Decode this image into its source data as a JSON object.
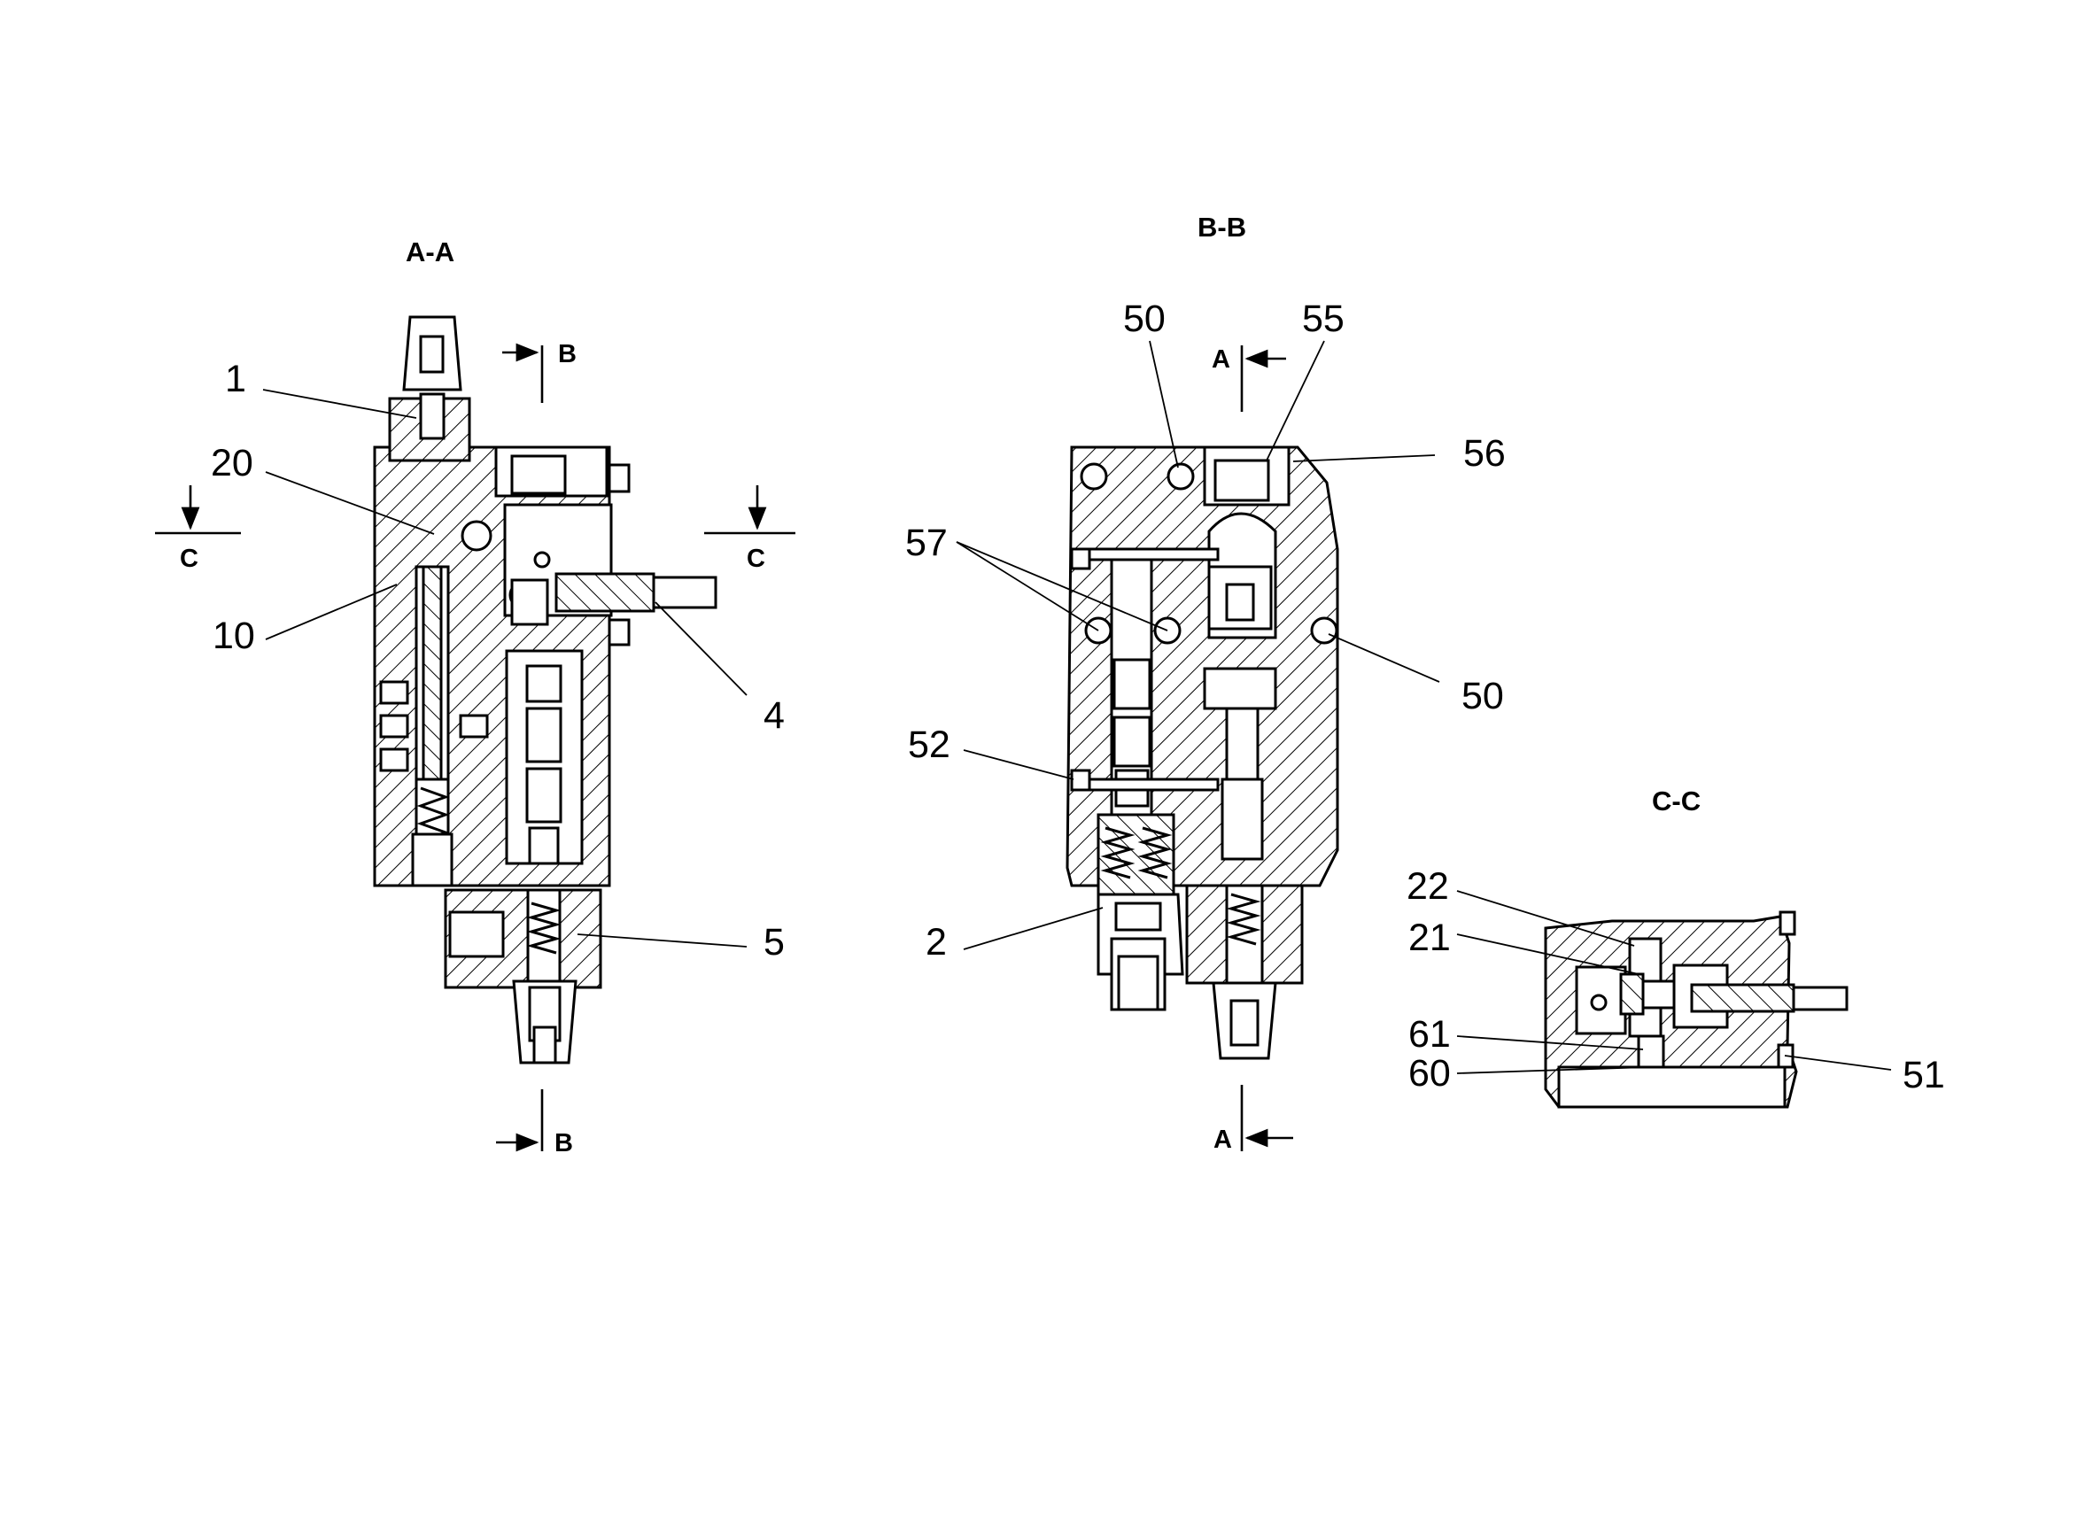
{
  "views": {
    "aa": {
      "title": "A-A"
    },
    "bb": {
      "title": "B-B"
    },
    "cc": {
      "title": "C-C"
    }
  },
  "section_marks": {
    "b_top": "B",
    "b_bottom": "B",
    "a_top": "A",
    "a_bottom": "A",
    "c_left": "C",
    "c_right": "C"
  },
  "callouts": {
    "aa": [
      "1",
      "20",
      "10",
      "4",
      "5"
    ],
    "bb": [
      "50",
      "55",
      "56",
      "57",
      "50",
      "52",
      "2"
    ],
    "cc": [
      "22",
      "21",
      "61",
      "60",
      "51"
    ]
  }
}
